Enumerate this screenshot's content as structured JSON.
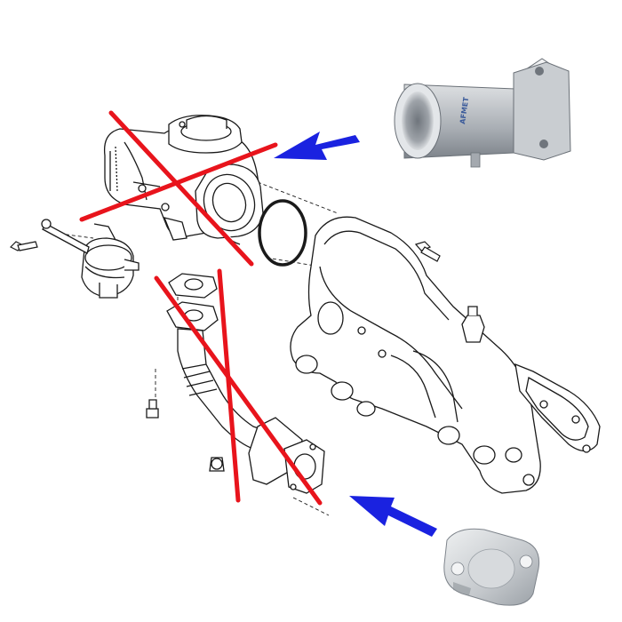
{
  "diagram": {
    "background": "#ffffff",
    "colors": {
      "line_art": "#1a1a1a",
      "cross_out": "#e8141c",
      "arrow": "#1a22e0",
      "metal_light": "#e4e6e8",
      "metal_mid": "#b9bdc2",
      "metal_dark": "#7e848b"
    },
    "parts": [
      {
        "id": "egr-valve",
        "status": "removed"
      },
      {
        "id": "egr-pipe",
        "status": "removed"
      },
      {
        "id": "o-ring",
        "status": "kept"
      },
      {
        "id": "intake-manifold",
        "status": "kept"
      },
      {
        "id": "manifold-gasket",
        "status": "kept"
      },
      {
        "id": "vacuum-actuator",
        "status": "kept"
      }
    ],
    "replacements": [
      {
        "id": "egr-delete-pipe",
        "logo_text": "AFMET"
      },
      {
        "id": "egr-blanking-plate"
      }
    ]
  }
}
